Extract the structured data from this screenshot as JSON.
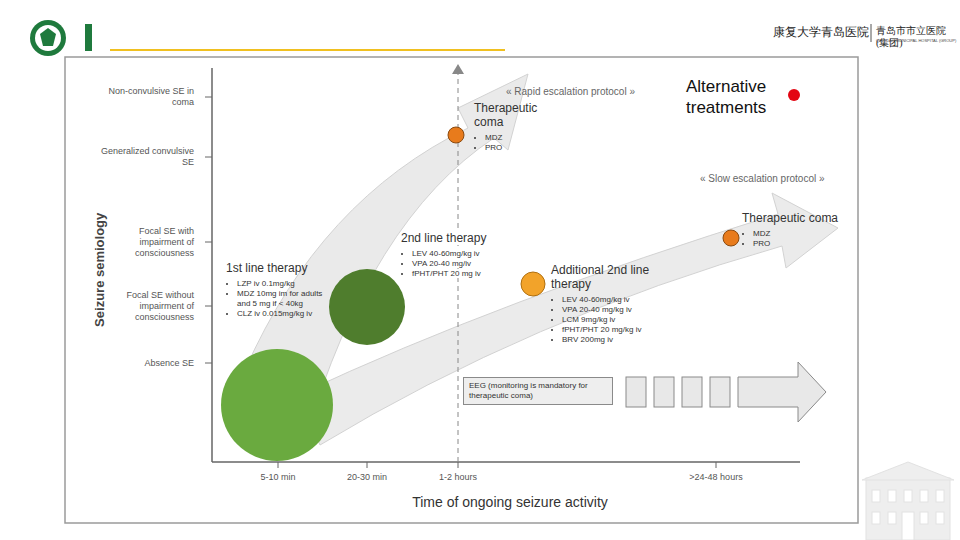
{
  "diagram": {
    "nodes": [
      {
        "text": [
          "1st line therapy",
          "LZP iv 0.1mg/kg",
          "MDZ 10mg im for adults and 5 mg if < 40kg",
          "CLZ iv 0.015mg/kg iv"
        ]
      },
      {
        "text": [
          "2nd line therapy",
          "LEV 40-60mg/kg iv",
          "VPA 20-40 mg/iv",
          "fPHT/PHT 20 mg iv"
        ]
      },
      {
        "text": [
          "Therapeutic coma",
          "MDZ",
          "PRO"
        ]
      },
      {
        "text": [
          "Additional 2nd line therapy",
          "LEV 40-60mg/kg iv",
          "VPA 20-40 mg/kg iv",
          "LCM 9mg/kg iv",
          "fPHT/PHT 20 mg/kg iv",
          "BRV 200mg iv"
        ]
      },
      {
        "text": [
          "Therapeutic coma",
          "MDZ",
          "PRO"
        ]
      },
      {
        "text": [
          "EEG (monitoring is mandatory for therapeutic coma)"
        ]
      },
      {
        "text": [
          "Alternative treatments"
        ]
      }
    ],
    "labels": [
      "Seizure semiology",
      "Non-convulsive SE in coma",
      "Generalized convulsive SE",
      "Focal SE with impairment of consciousness",
      "Focal SE without impairment of consciousness",
      "Absence SE",
      "5-10 min",
      "20-30 min",
      "1-2 hours",
      ">24-48 hours",
      "Time of ongoing seizure activity",
      "« Rapid escalation protocol »",
      "« Slow escalation protocol »",
      "康复大学青岛医院",
      "青岛市市立医院(集团)",
      "QINGDAO MUNICIPAL HOSPITAL (GROUP)"
    ]
  }
}
